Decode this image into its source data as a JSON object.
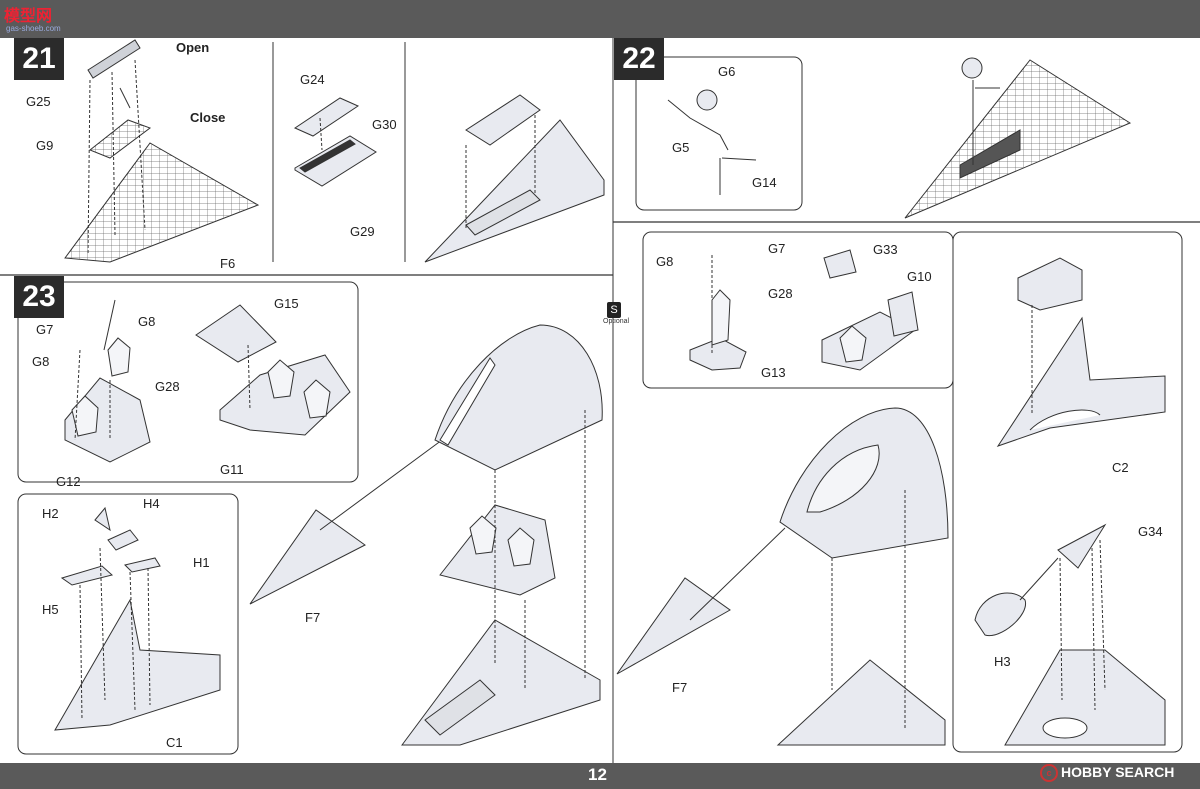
{
  "watermark": {
    "logo_text": "模型网",
    "sub_text": "gas-shoeb.com",
    "right_text": "HOBBY SEARCH",
    "right_icon": "c"
  },
  "page_number": "12",
  "optional_badge": {
    "icon": "S",
    "label": "Optional"
  },
  "steps": [
    {
      "number": "21",
      "labels": {
        "open": "Open",
        "close": "Close",
        "g25": "G25",
        "g9": "G9",
        "g24": "G24",
        "g30": "G30",
        "g29": "G29",
        "f6": "F6"
      }
    },
    {
      "number": "22",
      "labels": {
        "g6": "G6",
        "g5": "G5",
        "g14": "G14",
        "g7": "G7",
        "g8": "G8",
        "g28": "G28",
        "g13": "G13",
        "g33": "G33",
        "g10": "G10",
        "c2": "C2",
        "g34": "G34",
        "h3": "H3",
        "f7": "F7"
      }
    },
    {
      "number": "23",
      "labels": {
        "g7": "G7",
        "g8a": "G8",
        "g8b": "G8",
        "g28": "G28",
        "g12": "G12",
        "g15": "G15",
        "g11": "G11",
        "h2": "H2",
        "h4": "H4",
        "h1": "H1",
        "h5": "H5",
        "c1": "C1",
        "f7": "F7"
      }
    }
  ],
  "colors": {
    "bar": "#5a5a5a",
    "accent": "#e23333",
    "line": "#333333",
    "part_fill": "#e8eaf0"
  }
}
